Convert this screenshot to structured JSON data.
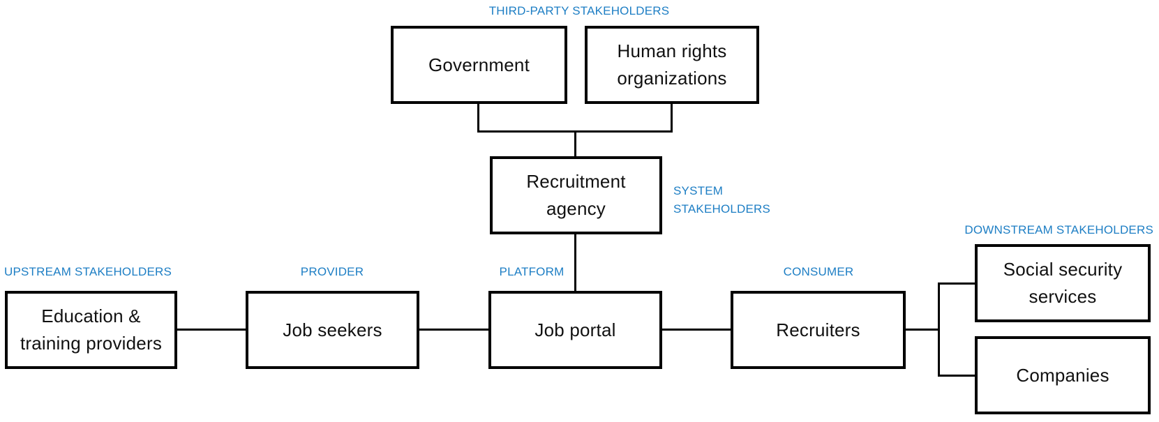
{
  "colors": {
    "accent_blue": "#1d7ec4",
    "connector_black": "#000000",
    "box_text": "#111111",
    "background": "#ffffff"
  },
  "labels": {
    "third_party": "THIRD-PARTY STAKEHOLDERS",
    "system": "SYSTEM\nSTAKEHOLDERS",
    "upstream": "UPSTREAM STAKEHOLDERS",
    "provider": "PROVIDER",
    "platform": "PLATFORM",
    "consumer": "CONSUMER",
    "downstream": "DOWNSTREAM STAKEHOLDERS"
  },
  "boxes": {
    "government": "Government",
    "human_rights": "Human rights\norganizations",
    "recruitment_agency": "Recruitment\nagency",
    "education": "Education &\ntraining providers",
    "job_seekers": "Job seekers",
    "job_portal": "Job portal",
    "recruiters": "Recruiters",
    "social_security": "Social security\nservices",
    "companies": "Companies"
  }
}
